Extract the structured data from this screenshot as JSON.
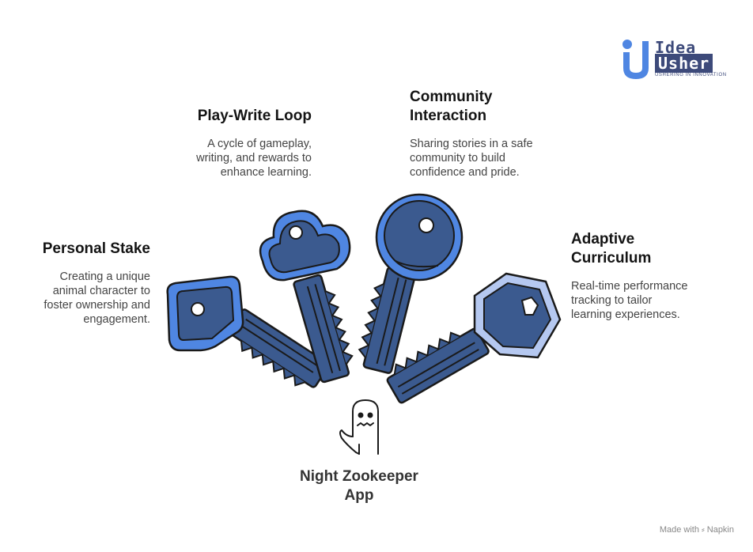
{
  "logo": {
    "line1": "Idea",
    "line2": "Usher",
    "tagline": "USHERING IN INNOVATION"
  },
  "footer": {
    "made_with": "Made with ⸗ Napkin"
  },
  "center": {
    "title": "Night Zookeeper\nApp"
  },
  "items": {
    "play_write": {
      "title": "Play-Write Loop",
      "desc": "A cycle of gameplay,\nwriting, and rewards to\nenhance learning."
    },
    "community": {
      "title": "Community\nInteraction",
      "desc": "Sharing stories in a safe\ncommunity to build\nconfidence and pride."
    },
    "personal": {
      "title": "Personal Stake",
      "desc": "Creating a unique\nanimal character to\nfoster ownership and\nengagement."
    },
    "adaptive": {
      "title": "Adaptive\nCurriculum",
      "desc": "Real-time performance\ntracking to tailor\nlearning experiences."
    }
  },
  "colors": {
    "key_fill": "#3b5a8f",
    "key_dark": "#2f4d80",
    "key_accent": "#4f86e2",
    "outline": "#1a1a1a",
    "logo": "#3d4a7a"
  },
  "icons": {
    "center": "ghost-hand-icon",
    "logo": "idea-usher-logo-icon"
  }
}
